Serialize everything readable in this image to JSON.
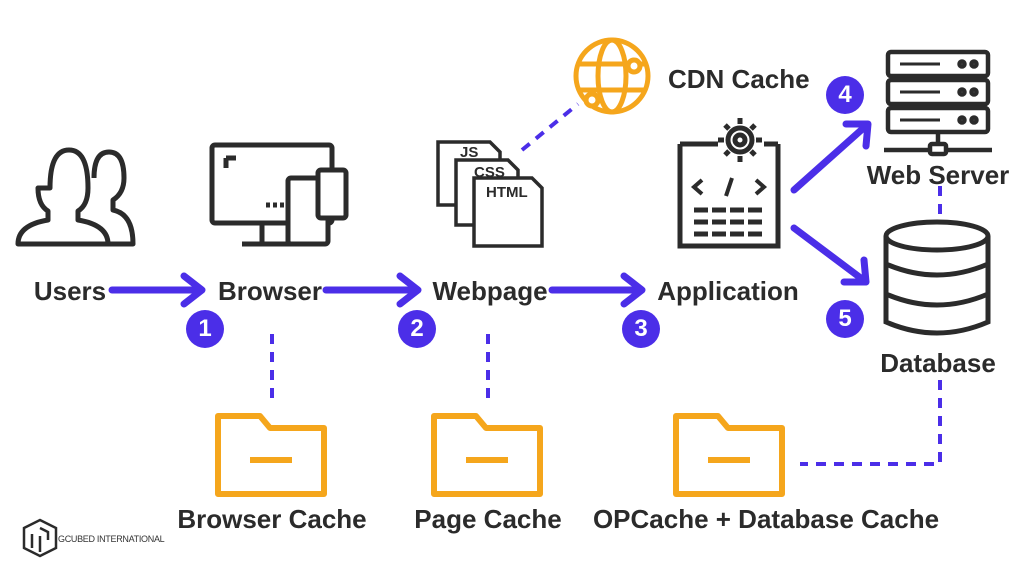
{
  "colors": {
    "accent": "#4b2ee8",
    "cache": "#f5a61c",
    "icon": "#2b2b2b",
    "text": "#2b2b2b"
  },
  "nodes": {
    "users": "Users",
    "browser": "Browser",
    "webpage": "Webpage",
    "application": "Application",
    "web_server": "Web Server",
    "database": "Database",
    "cdn_cache": "CDN Cache"
  },
  "file_tags": [
    "JS",
    "CSS",
    "HTML"
  ],
  "caches": {
    "browser": "Browser Cache",
    "page": "Page Cache",
    "opcache_db": "OPCache + Database Cache"
  },
  "steps": [
    "1",
    "2",
    "3",
    "4",
    "5"
  ],
  "brand": "GCUBED INTERNATIONAL"
}
